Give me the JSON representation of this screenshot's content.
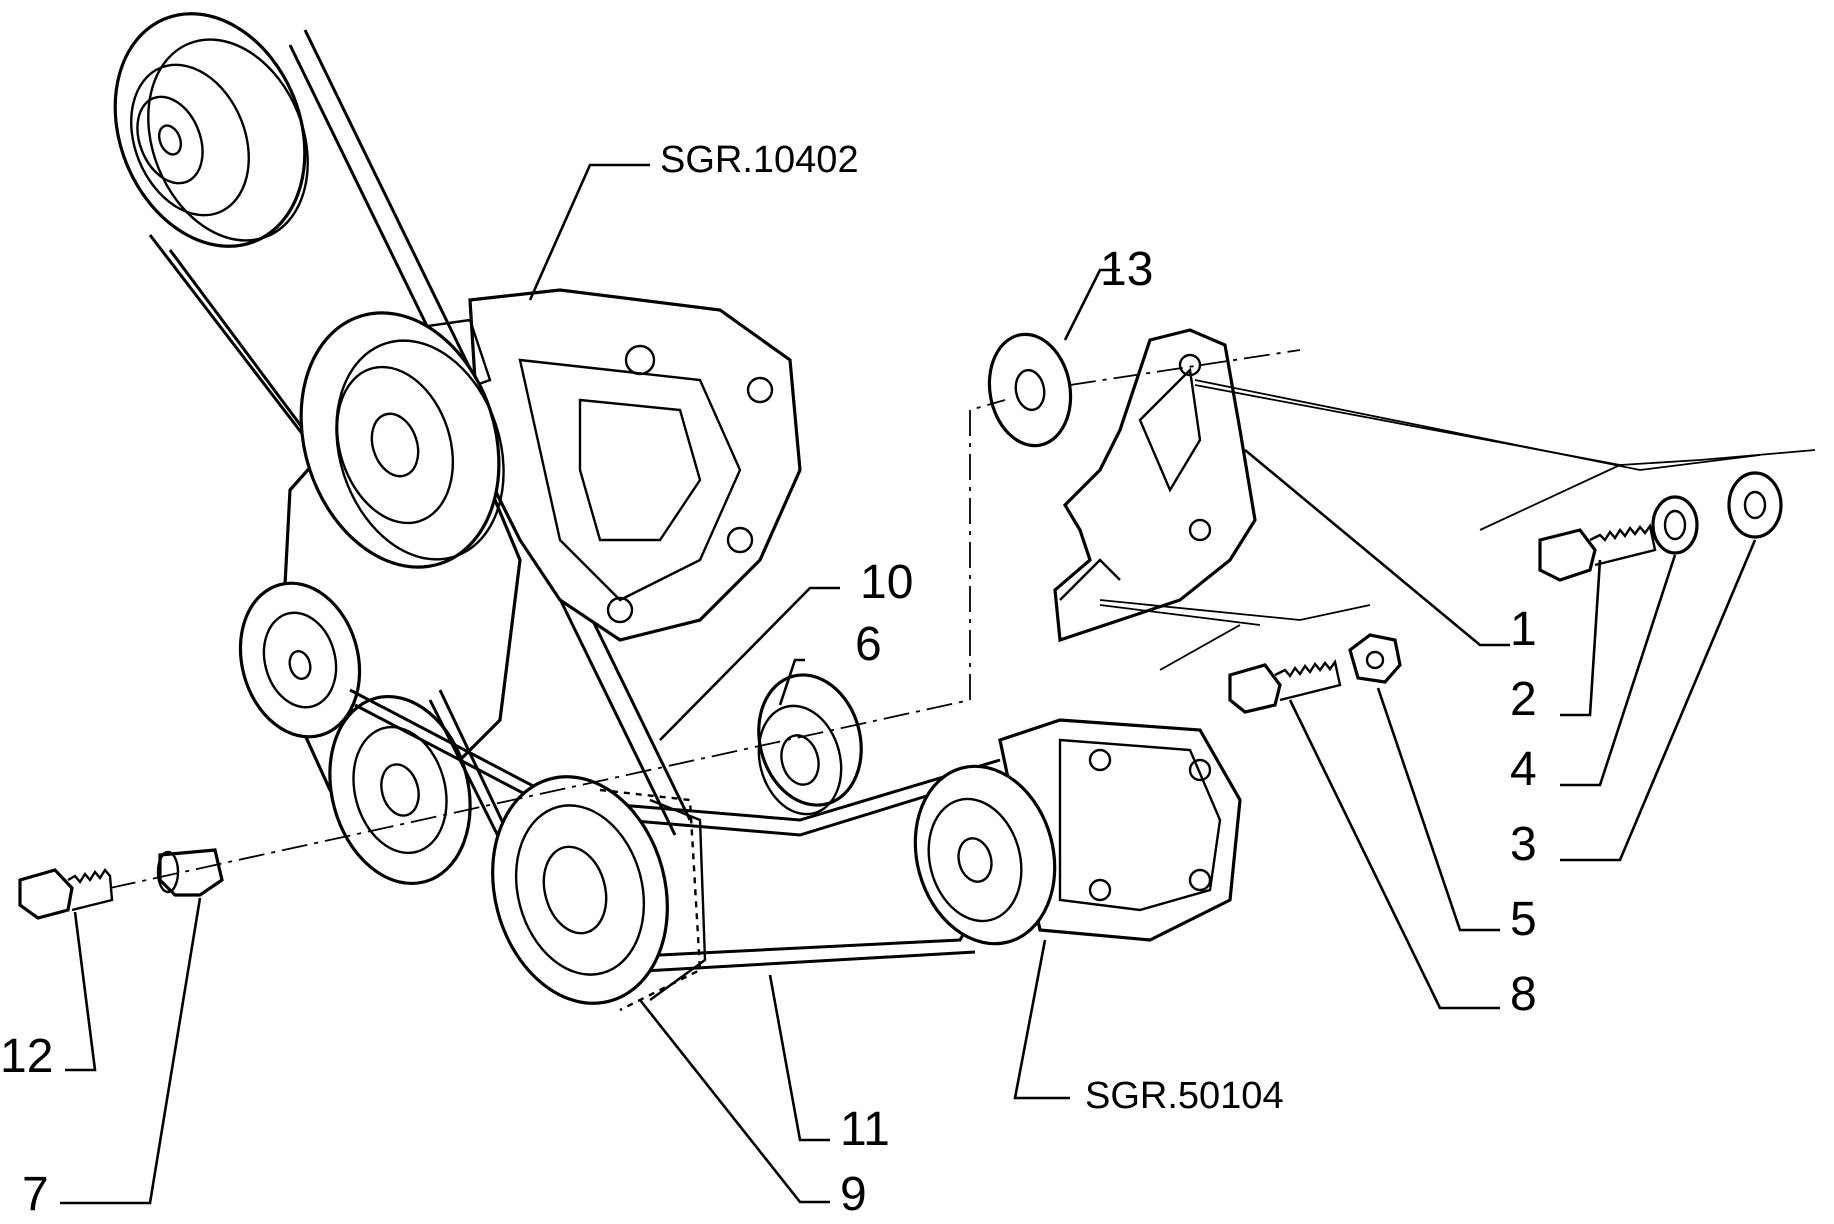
{
  "callouts": {
    "c1": "1",
    "c2": "2",
    "c3": "3",
    "c4": "4",
    "c5": "5",
    "c6": "6",
    "c7": "7",
    "c8": "8",
    "c9": "9",
    "c10": "10",
    "c11": "11",
    "c12": "12",
    "c13": "13"
  },
  "references": {
    "water_pump": "SGR.10402",
    "compressor": "SGR.50104"
  }
}
